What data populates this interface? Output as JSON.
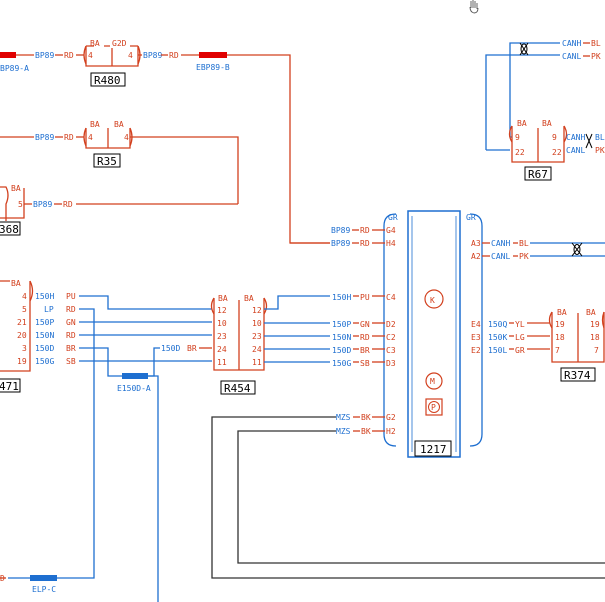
{
  "colors": {
    "red": "#d2401e",
    "blue": "#1e6fd0",
    "black": "#333333"
  },
  "cursor": {
    "icon": "hand-cursor-icon"
  },
  "components": {
    "r480": "R480",
    "r35": "R35",
    "r68": "368",
    "r71": "471",
    "r454": "R454",
    "r67": "R67",
    "r374": "R374",
    "u1217": "1217"
  },
  "splices": {
    "top_left": "BP89-A",
    "ebp89b": "EBP89-B",
    "e150d": "E150D-A",
    "elpc": "ELP-C"
  },
  "r480_labels": {
    "ba": "BA",
    "g2d": "G2D",
    "pin_l": "4",
    "pin_r": "4"
  },
  "r35_labels": {
    "ba1": "BA",
    "ba2": "BA",
    "pin_l": "4",
    "pin_r": "4"
  },
  "r68_labels": {
    "ba": "BA",
    "pin": "5"
  },
  "r71_labels": {
    "ba": "BA",
    "pins": [
      "4",
      "5",
      "21",
      "20",
      "3",
      "19"
    ]
  },
  "r454_labels": {
    "ba1": "BA",
    "ba2": "BA",
    "pins_l": [
      "12",
      "10",
      "23",
      "24",
      "11"
    ],
    "pins_r": [
      "12",
      "10",
      "23",
      "24",
      "11"
    ]
  },
  "r67_labels": {
    "ba1": "BA",
    "ba2": "BA",
    "pins_l": [
      "9",
      "22"
    ],
    "pins_r": [
      "9",
      "22"
    ],
    "canh": "CANH",
    "canl": "CANL",
    "bl": "BL",
    "pk": "PK"
  },
  "r374_labels": {
    "ba1": "BA",
    "ba2": "BA",
    "pins_l": [
      "19",
      "18",
      "7"
    ],
    "pins_r": [
      "19",
      "18",
      "7"
    ]
  },
  "u1217_labels": {
    "gr_l": "GR",
    "gr_r": "GR",
    "pins_l": [
      "G4",
      "H4",
      "C4",
      "D2",
      "C2",
      "C3",
      "D3",
      "G2",
      "H2"
    ],
    "pins_r": [
      "A3",
      "A2",
      "E4",
      "E3",
      "E2"
    ]
  },
  "wires": {
    "top1": [
      "BP89",
      "RD",
      "BP89",
      "RD"
    ],
    "r35": [
      "BP89",
      "RD"
    ],
    "r68": [
      "BP89",
      "RD"
    ],
    "u_g4": [
      "BP89",
      "RD"
    ],
    "u_h4": [
      "BP89",
      "RD"
    ],
    "r71": [
      [
        "150H",
        "PU"
      ],
      [
        "LP",
        "RD"
      ],
      [
        "150P",
        "GN"
      ],
      [
        "150N",
        "RD"
      ],
      [
        "150D",
        "BR"
      ],
      [
        "150G",
        "SB"
      ]
    ],
    "r454_in": [
      "150D",
      "BR"
    ],
    "r454_out": [
      [
        "150H",
        "PU"
      ],
      [
        "150P",
        "GN"
      ],
      [
        "150N",
        "RD"
      ],
      [
        "150D",
        "BR"
      ],
      [
        "150G",
        "SB"
      ]
    ],
    "mzs": [
      [
        "MZS",
        "BK"
      ],
      [
        "MZS",
        "BK"
      ]
    ],
    "can_right": [
      [
        "CANH",
        "BL"
      ],
      [
        "CANL",
        "PK"
      ]
    ],
    "can_top": [
      [
        "CANH",
        "BL"
      ],
      [
        "CANL",
        "PK"
      ]
    ],
    "r374": [
      [
        "150Q",
        "YL"
      ],
      [
        "150K",
        "LG"
      ],
      [
        "150L",
        "GR"
      ]
    ],
    "bottom_left": [
      "D"
    ]
  }
}
